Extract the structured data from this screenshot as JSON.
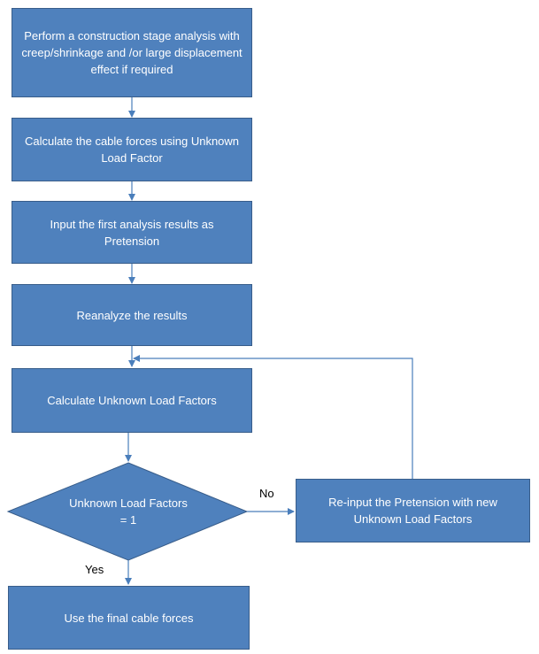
{
  "nodes": {
    "step1": "Perform a construction stage analysis with creep/shrinkage and /or large displacement effect if required",
    "step2": "Calculate the cable forces using Unknown Load Factor",
    "step3": "Input the first analysis results as Pretension",
    "step4": "Reanalyze the results",
    "step5": "Calculate Unknown Load Factors",
    "decision": "Unknown Load Factors = 1",
    "reinput": "Re-input the Pretension with new Unknown Load Factors",
    "final": "Use the final cable forces"
  },
  "edge_labels": {
    "no": "No",
    "yes": "Yes"
  },
  "colors": {
    "box_fill": "#4f81bd",
    "box_border": "#385d8a",
    "connector": "#4a7ebb",
    "text_on_box": "#ffffff"
  }
}
